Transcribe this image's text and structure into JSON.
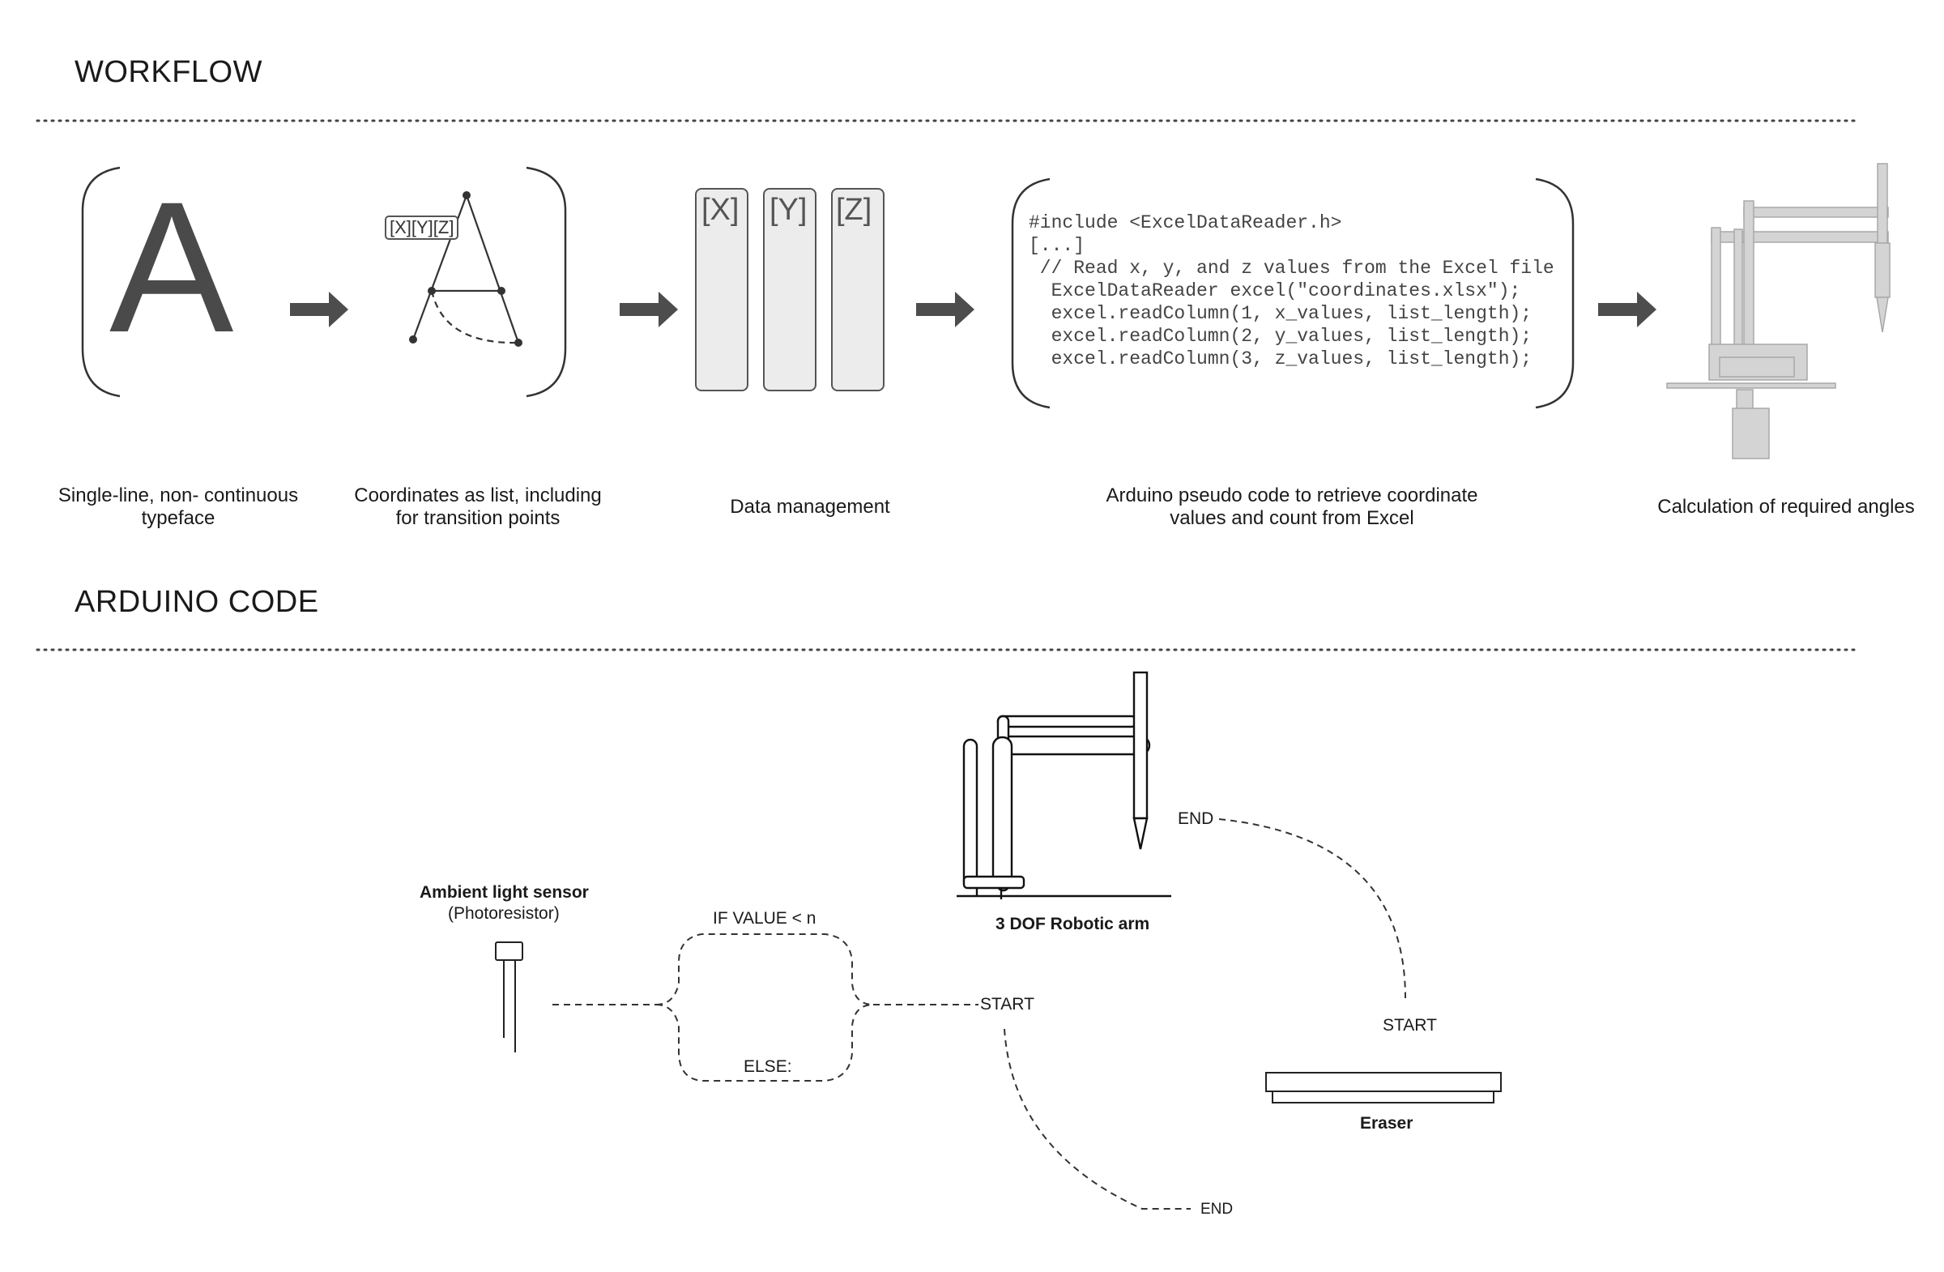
{
  "workflow": {
    "heading": "WORKFLOW",
    "captions": {
      "typeface": "Single-line, non- continuous typeface",
      "coordinates": "Coordinates as list, including for transition points",
      "data": "Data management",
      "code": "Arduino pseudo code to retrieve coordinate values and count from Excel",
      "angles": "Calculation of required angles"
    },
    "letter": "A",
    "coord_tag": "[X][Y][Z]",
    "columns": [
      "[X]",
      "[Y]",
      "[Z]"
    ],
    "code_lines": [
      "#include <ExcelDataReader.h>",
      "[...]",
      " // Read x, y, and z values from the Excel file",
      "  ExcelDataReader excel(\"coordinates.xlsx\");",
      "  excel.readColumn(1, x_values, list_length);",
      "  excel.readColumn(2, y_values, list_length);",
      "  excel.readColumn(3, z_values, list_length);"
    ]
  },
  "arduino": {
    "heading": "ARDUINO CODE",
    "sensor_title": "Ambient light sensor",
    "sensor_sub": "(Photoresistor)",
    "if_label": "IF VALUE < n",
    "else_label": "ELSE:",
    "start_main": "START",
    "end_top": "END",
    "end_bottom": "END",
    "start_eraser": "START",
    "arm_label": "3 DOF Robotic arm",
    "eraser_label": "Eraser"
  }
}
